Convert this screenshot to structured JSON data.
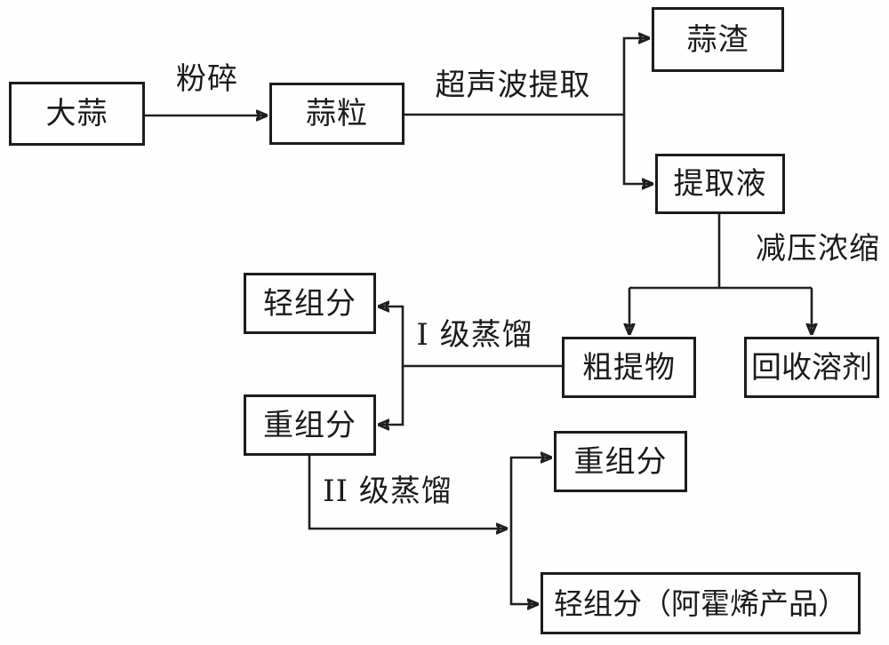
{
  "diagram": {
    "type": "flowchart",
    "language": "zh-CN",
    "colors": {
      "background": "#fefefe",
      "line": "#1f1f1f",
      "box_border": "#1c1c1c",
      "text": "#1b1b1b"
    },
    "nodes": {
      "garlic": "大蒜",
      "garlic_granules": "蒜粒",
      "garlic_residue": "蒜渣",
      "extract_liquid": "提取液",
      "crude_extract": "粗提物",
      "recovered_solvent": "回收溶剂",
      "light_fraction_1": "轻组分",
      "heavy_fraction_1": "重组分",
      "heavy_fraction_2": "重组分",
      "light_fraction_product": "轻组分（阿霍烯产品）"
    },
    "process_labels": {
      "crush": "粉碎",
      "ultrasonic_extraction": "超声波提取",
      "vacuum_concentration": "减压浓缩",
      "stage1_distillation": "I 级蒸馏",
      "stage2_distillation": "II 级蒸馏"
    },
    "edges": [
      {
        "from": "garlic",
        "to": "garlic_granules",
        "label": "粉碎"
      },
      {
        "from": "garlic_granules",
        "to": "garlic_residue",
        "label": "超声波提取"
      },
      {
        "from": "garlic_granules",
        "to": "extract_liquid",
        "label": "超声波提取"
      },
      {
        "from": "extract_liquid",
        "to": "crude_extract",
        "label": "减压浓缩"
      },
      {
        "from": "extract_liquid",
        "to": "recovered_solvent",
        "label": "减压浓缩"
      },
      {
        "from": "crude_extract",
        "to": "light_fraction_1",
        "label": "I 级蒸馏"
      },
      {
        "from": "crude_extract",
        "to": "heavy_fraction_1",
        "label": "I 级蒸馏"
      },
      {
        "from": "heavy_fraction_1",
        "to": "heavy_fraction_2",
        "label": "II 级蒸馏"
      },
      {
        "from": "heavy_fraction_1",
        "to": "light_fraction_product",
        "label": "II 级蒸馏"
      }
    ]
  }
}
